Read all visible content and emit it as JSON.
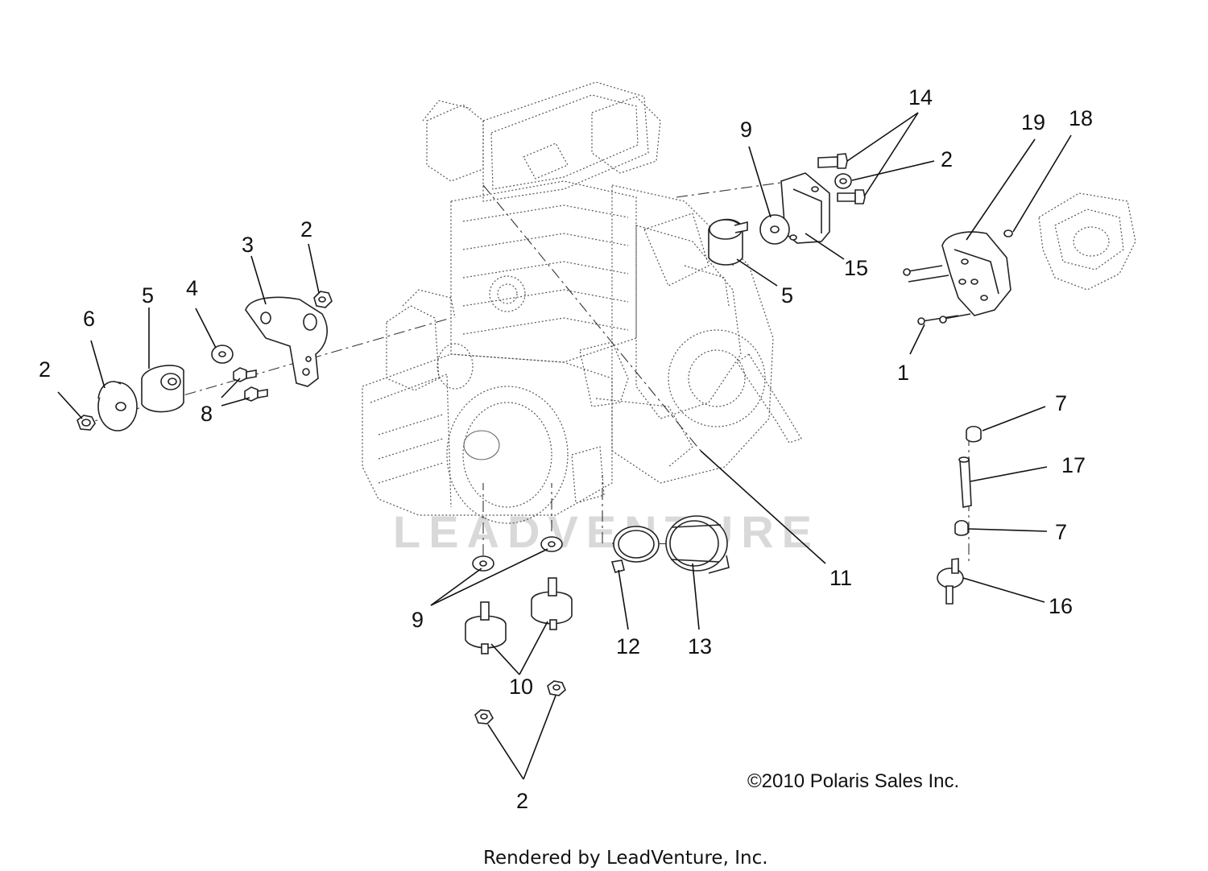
{
  "watermark": "LEADVENTURE",
  "copyright": "©2010  Polaris Sales Inc.",
  "footer": "Rendered by LeadVenture, Inc.",
  "callouts": {
    "c1": "1",
    "c2a": "2",
    "c2b": "2",
    "c2c": "2",
    "c2d": "2",
    "c3": "3",
    "c4": "4",
    "c5a": "5",
    "c5b": "5",
    "c6": "6",
    "c7a": "7",
    "c7b": "7",
    "c8": "8",
    "c9a": "9",
    "c9b": "9",
    "c10": "10",
    "c11": "11",
    "c12": "12",
    "c13": "13",
    "c14": "14",
    "c15": "15",
    "c16": "16",
    "c17": "17",
    "c18": "18",
    "c19": "19"
  }
}
